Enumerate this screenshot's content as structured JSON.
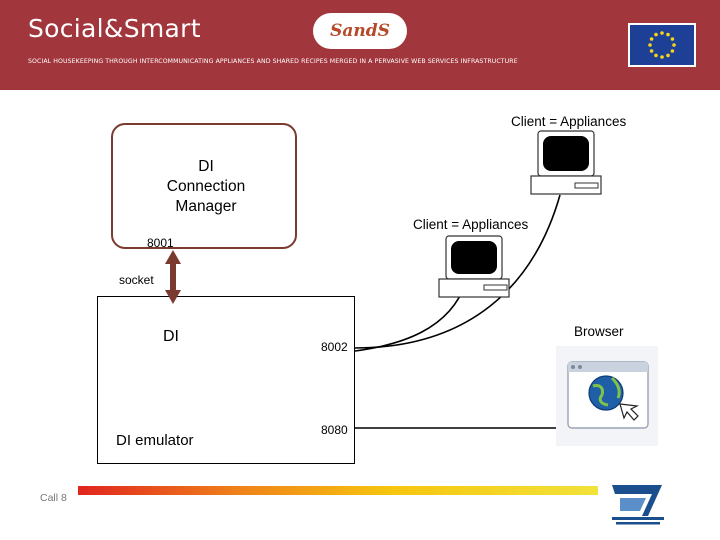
{
  "header": {
    "brand": "Social&Smart",
    "tagline": "SOCIAL HOUSEKEEPING THROUGH INTERCOMMUNICATING APPLIANCES AND SHARED RECIPES MERGED IN A PERVASIVE WEB SERVICES INFRASTRUCTURE",
    "logo_text": "SandS"
  },
  "diagram": {
    "connection_manager": {
      "line1": "DI",
      "line2": "Connection",
      "line3": "Manager"
    },
    "port_8001": "8001",
    "socket": "socket",
    "di": "DI",
    "di_emulator": "DI emulator",
    "port_8002": "8002",
    "port_8080": "8080",
    "client_top": "Client = Appliances",
    "client_mid": "Client = Appliances",
    "browser": "Browser"
  },
  "footer": {
    "call": "Call 8"
  },
  "colors": {
    "header_bg": "#a1373d",
    "eu_blue": "#1d3f96",
    "eu_star": "#f7d417",
    "manager_border": "#7a3a2f",
    "arrow": "#7a3a2f",
    "fp7_blue": "#1a4e8c"
  }
}
